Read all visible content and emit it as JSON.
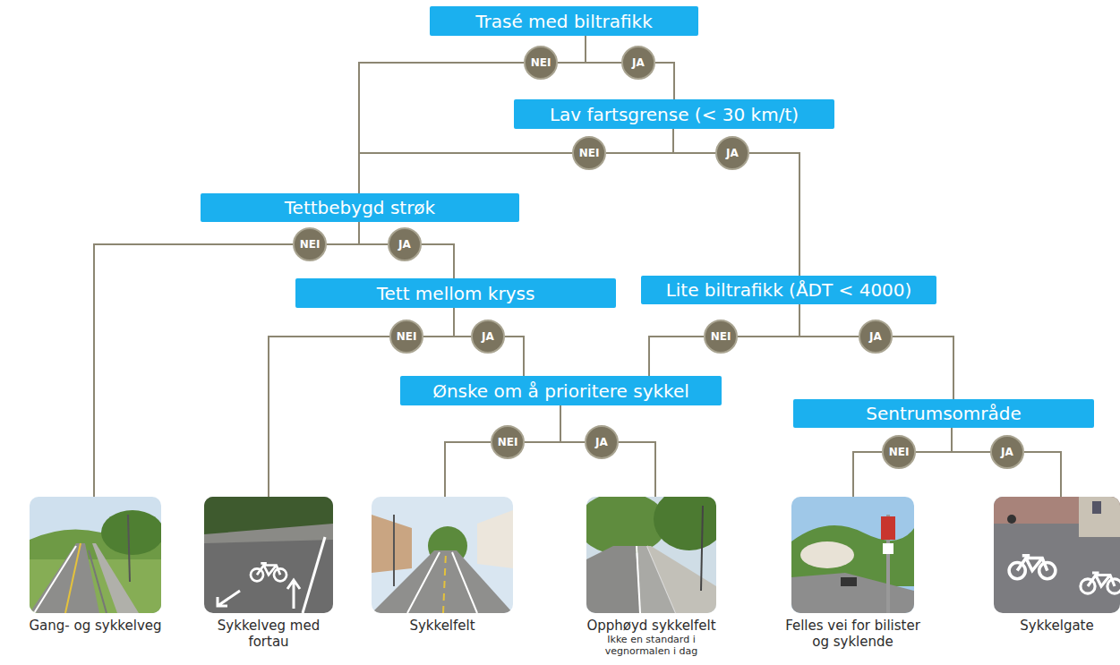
{
  "diagram": {
    "nodes": [
      {
        "text": [
          "Trasé med biltrafikk"
        ]
      },
      {
        "text": [
          "NEI"
        ]
      },
      {
        "text": [
          "JA"
        ]
      },
      {
        "text": [
          "Lav fartsgrense (< 30 km/t)"
        ]
      },
      {
        "text": [
          "NEI"
        ]
      },
      {
        "text": [
          "JA"
        ]
      },
      {
        "text": [
          "Tettbebygd strøk"
        ]
      },
      {
        "text": [
          "NEI"
        ]
      },
      {
        "text": [
          "JA"
        ]
      },
      {
        "text": [
          "Tett mellom kryss"
        ]
      },
      {
        "text": [
          "Lite biltrafikk (ÅDT < 4000)"
        ]
      },
      {
        "text": [
          "NEI"
        ]
      },
      {
        "text": [
          "JA"
        ]
      },
      {
        "text": [
          "NEI"
        ]
      },
      {
        "text": [
          "JA"
        ]
      },
      {
        "text": [
          "Ønske om å prioritere sykkel"
        ]
      },
      {
        "text": [
          "Sentrumsområde"
        ]
      },
      {
        "text": [
          "NEI"
        ]
      },
      {
        "text": [
          "JA"
        ]
      },
      {
        "text": [
          "NEI"
        ]
      },
      {
        "text": [
          "JA"
        ]
      },
      {
        "text": [
          "Gang- og sykkelveg"
        ]
      },
      {
        "text": [
          "Sykkelveg med fortau"
        ]
      },
      {
        "text": [
          "Sykkelfelt"
        ]
      },
      {
        "text": [
          "Opphøyd sykkelfelt",
          "Ikke en standard i vegnormalen i dag"
        ]
      },
      {
        "text": [
          "Felles vei for bilister og syklende"
        ]
      },
      {
        "text": [
          "Sykkelgate"
        ]
      }
    ],
    "edges": [
      {
        "from": 0,
        "to": 1,
        "arrow": "none"
      },
      {
        "from": 0,
        "to": 2,
        "arrow": "none"
      },
      {
        "from": 1,
        "to": 6,
        "arrow": "none"
      },
      {
        "from": 2,
        "to": 3,
        "arrow": "none"
      },
      {
        "from": 3,
        "to": 4,
        "arrow": "none"
      },
      {
        "from": 3,
        "to": 5,
        "arrow": "none"
      },
      {
        "from": 4,
        "to": 6,
        "arrow": "none"
      },
      {
        "from": 5,
        "to": 10,
        "arrow": "none"
      },
      {
        "from": 6,
        "to": 7,
        "arrow": "none"
      },
      {
        "from": 6,
        "to": 8,
        "arrow": "none"
      },
      {
        "from": 7,
        "to": 21,
        "arrow": "none"
      },
      {
        "from": 8,
        "to": 9,
        "arrow": "none"
      },
      {
        "from": 9,
        "to": 11,
        "arrow": "none"
      },
      {
        "from": 9,
        "to": 12,
        "arrow": "none"
      },
      {
        "from": 11,
        "to": 22,
        "arrow": "none"
      },
      {
        "from": 12,
        "to": 15,
        "arrow": "none"
      },
      {
        "from": 10,
        "to": 13,
        "arrow": "none"
      },
      {
        "from": 10,
        "to": 14,
        "arrow": "none"
      },
      {
        "from": 13,
        "to": 15,
        "arrow": "none"
      },
      {
        "from": 14,
        "to": 16,
        "arrow": "none"
      },
      {
        "from": 15,
        "to": 17,
        "arrow": "none"
      },
      {
        "from": 15,
        "to": 18,
        "arrow": "none"
      },
      {
        "from": 17,
        "to": 23,
        "arrow": "none"
      },
      {
        "from": 18,
        "to": 24,
        "arrow": "none"
      },
      {
        "from": 16,
        "to": 19,
        "arrow": "none"
      },
      {
        "from": 16,
        "to": 20,
        "arrow": "none"
      },
      {
        "from": 19,
        "to": 25,
        "arrow": "none"
      },
      {
        "from": 20,
        "to": 26,
        "arrow": "none"
      }
    ]
  }
}
